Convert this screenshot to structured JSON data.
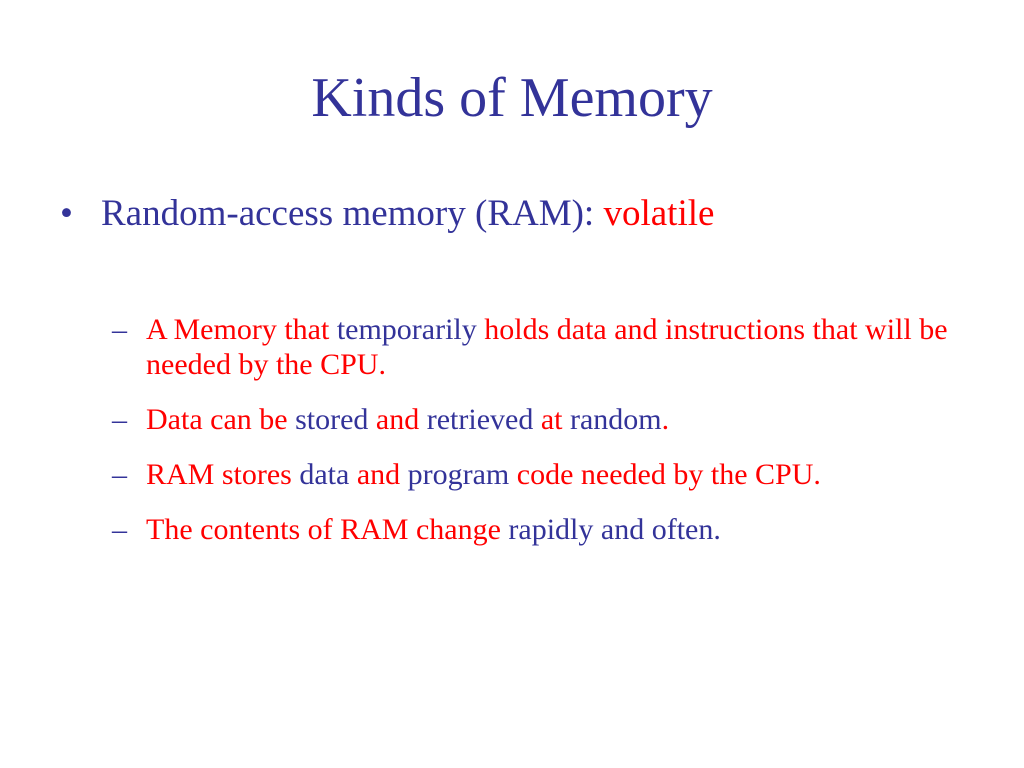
{
  "slide": {
    "title": "Kinds of Memory",
    "bullet": {
      "marker": "•",
      "text": "Random-access memory (RAM): ",
      "emphasis": "volatile"
    },
    "sub_marker": "–",
    "sub_items": [
      {
        "segments": [
          {
            "text": "A Memory that ",
            "color": "red"
          },
          {
            "text": "temporarily ",
            "color": "blue"
          },
          {
            "text": "holds data and instructions that will be needed by the CPU.",
            "color": "red"
          }
        ]
      },
      {
        "segments": [
          {
            "text": "Data can be ",
            "color": "red"
          },
          {
            "text": "stored ",
            "color": "blue"
          },
          {
            "text": "and ",
            "color": "red"
          },
          {
            "text": "retrieved ",
            "color": "blue"
          },
          {
            "text": "at ",
            "color": "red"
          },
          {
            "text": "random",
            "color": "blue"
          },
          {
            "text": ".",
            "color": "red"
          }
        ]
      },
      {
        "segments": [
          {
            "text": "RAM stores ",
            "color": "red"
          },
          {
            "text": "data ",
            "color": "blue"
          },
          {
            "text": "and ",
            "color": "red"
          },
          {
            "text": "program ",
            "color": "blue"
          },
          {
            "text": "code needed by the CPU.",
            "color": "red"
          }
        ]
      },
      {
        "segments": [
          {
            "text": "The contents of RAM change ",
            "color": "red"
          },
          {
            "text": "rapidly and often.",
            "color": "blue"
          }
        ]
      }
    ],
    "colors": {
      "blue": "#333399",
      "red": "#ff0000",
      "background": "#ffffff"
    }
  }
}
